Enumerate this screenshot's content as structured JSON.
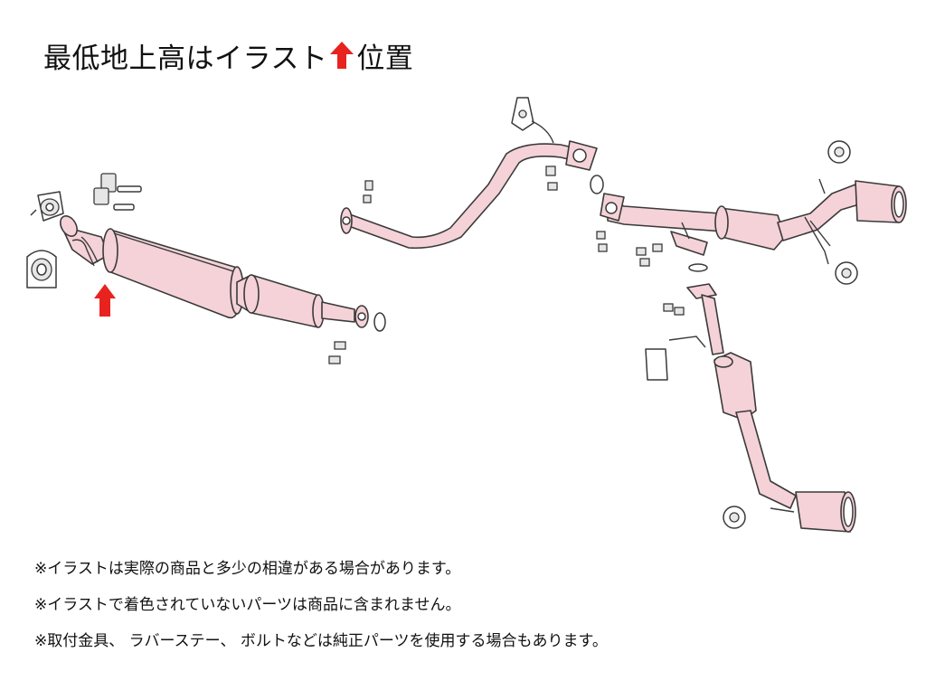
{
  "title": {
    "text_before": "最低地上高はイラスト",
    "text_after": "位置",
    "arrow_color": "#e8231f"
  },
  "marker_arrow_color": "#e8231f",
  "part_color": "#f4d2d8",
  "notes": [
    "※イラストは実際の商品と多少の相違がある場合があります。",
    "※イラストで着色されていないパーツは商品に含まれません。",
    "※取付金具、 ラバーステー、 ボルトなどは純正パーツを使用する場合もあります。"
  ]
}
